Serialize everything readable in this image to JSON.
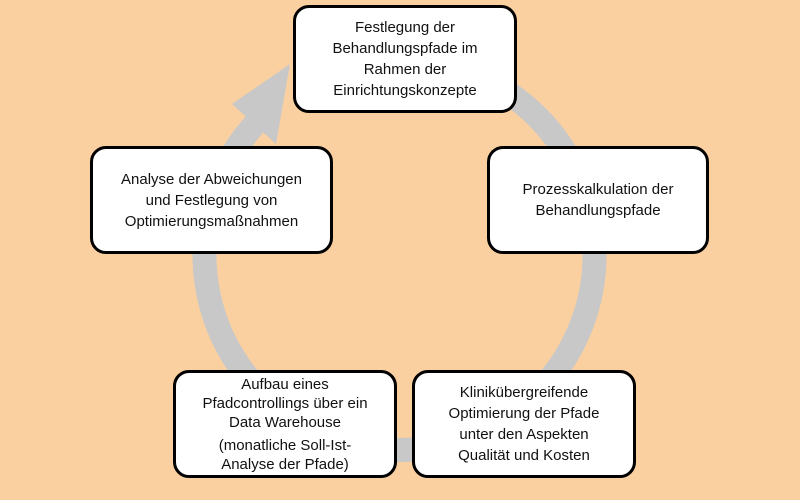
{
  "colors": {
    "background": "#fad0a0",
    "ring": "#c8c8c8",
    "box_fill": "#ffffff",
    "box_border": "#000000"
  },
  "steps": [
    {
      "lines": [
        "Festlegung der",
        "Behandlungspfade im",
        "Rahmen der",
        "Einrichtungskonzepte"
      ]
    },
    {
      "lines": [
        "Prozesskalkulation der",
        "Behandlungspfade"
      ]
    },
    {
      "lines": [
        "Klinikübergreifende",
        "Optimierung der Pfade",
        "unter den Aspekten",
        "Qualität und Kosten"
      ]
    },
    {
      "lines": [
        "Aufbau eines",
        "Pfadcontrollings über ein",
        "Data Warehouse"
      ],
      "note": [
        "(monatliche Soll-Ist-",
        "Analyse der Pfade)"
      ]
    },
    {
      "lines": [
        "Analyse der Abweichungen",
        "und Festlegung von",
        "Optimierungsmaßnahmen"
      ]
    }
  ]
}
